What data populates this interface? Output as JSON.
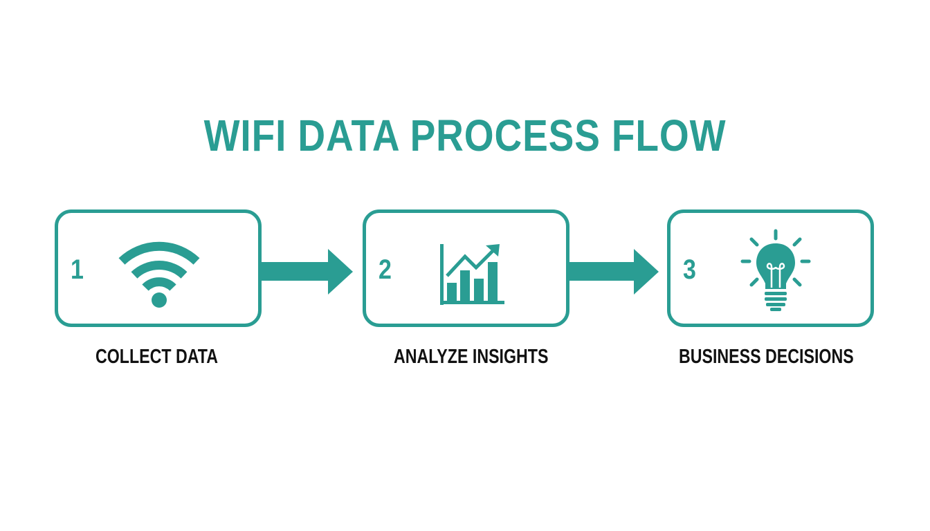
{
  "title": "WIFI DATA PROCESS FLOW",
  "colors": {
    "accent": "#2a9d93",
    "label": "#111111",
    "background": "#ffffff"
  },
  "steps": [
    {
      "number": "1",
      "icon": "wifi-icon",
      "label": "COLLECT DATA"
    },
    {
      "number": "2",
      "icon": "bar-chart-growth-icon",
      "label": "ANALYZE INSIGHTS"
    },
    {
      "number": "3",
      "icon": "lightbulb-icon",
      "label": "BUSINESS DECISIONS"
    }
  ],
  "connectors": [
    "arrow-right",
    "arrow-right"
  ]
}
